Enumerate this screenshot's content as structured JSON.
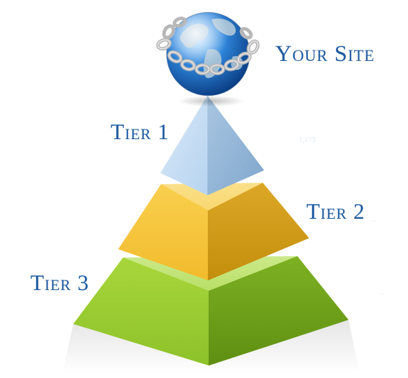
{
  "labels": {
    "site": "Your Site",
    "tier1": "Tier 1",
    "tier2": "Tier 2",
    "tier3": "Tier 3"
  },
  "colors": {
    "label_text": "#1f5b9f",
    "tier1_light": "#c4dcf2",
    "tier1_dark": "#8fb3d6",
    "tier2_light": "#f7c53c",
    "tier2_dark": "#cf9a14",
    "tier3_light": "#9ccc34",
    "tier3_dark": "#6d9e17",
    "globe_ocean": "#1f72c9",
    "globe_land": "#9bbcd6",
    "chain": "#bcbcbc"
  },
  "icons": {
    "site": "chained-globe-icon"
  }
}
